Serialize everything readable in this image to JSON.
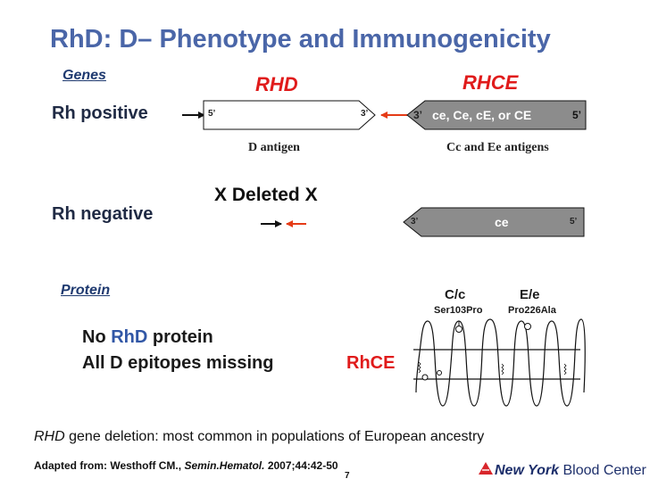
{
  "title": "RhD: D– Phenotype and Immunogenicity",
  "sections": {
    "genes": "Genes",
    "protein": "Protein"
  },
  "gene_names": {
    "rhd": "RHD",
    "rhce": "RHCE"
  },
  "rh_positive": {
    "label": "Rh positive",
    "rhd_5prime": "5’",
    "rhd_3prime": "3’",
    "rhce_3prime": "3’",
    "rhce_text": "ce, Ce, cE, or CE",
    "rhce_5prime": "5’",
    "d_antigen": "D antigen",
    "cc_ee_antigens": "Cc and Ee antigens"
  },
  "rh_negative": {
    "label": "Rh negative",
    "deleted_mark_left": "X",
    "deleted_text": "Deleted",
    "deleted_mark_right": "X",
    "rhce_3prime": "3’",
    "rhce_text": "ce",
    "rhce_5prime": "5’"
  },
  "protein_text": {
    "line1_prefix": "No",
    "line1_rhd": "RhD",
    "line1_suffix": "protein",
    "line2": "All D epitopes missing",
    "rhce_label": "RhCE"
  },
  "variants": [
    {
      "name": "C/c",
      "sub": "Ser103Pro"
    },
    {
      "name": "E/e",
      "sub": "Pro226Ala"
    }
  ],
  "footer": {
    "gene_italic": "RHD",
    "note": "gene deletion: most common in populations of European ancestry",
    "ref_prefix": "Adapted from: Westhoff CM.,",
    "ref_journal": "Semin.Hematol.",
    "ref_suffix": "2007;44:42-50",
    "page": "7",
    "logo_new_york": "New York",
    "logo_blood_center": "Blood Center"
  },
  "colors": {
    "title": "#4a66a8",
    "red": "#e01b1b",
    "gray_box": "#8c8c8c",
    "navy": "#1f3a70"
  }
}
